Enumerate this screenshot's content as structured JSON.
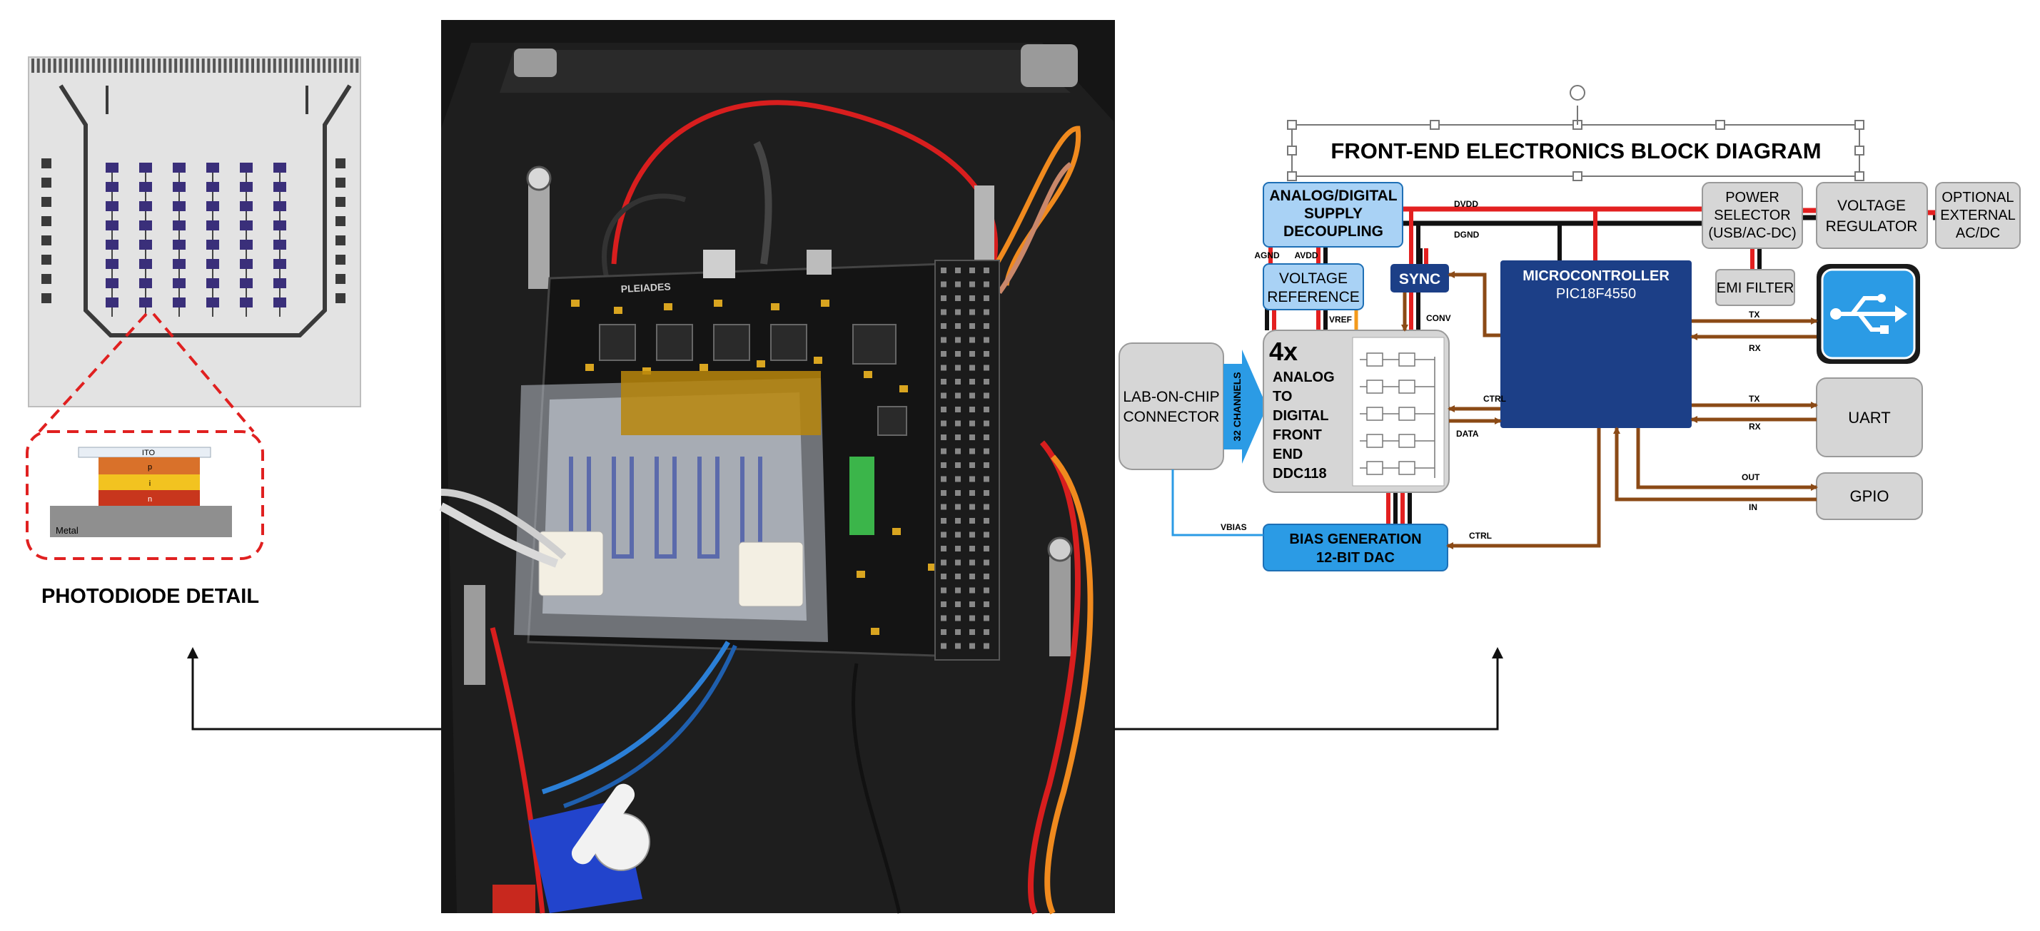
{
  "photodiode": {
    "caption": "PHOTODIODE DETAIL",
    "layers": {
      "ito": "ITO",
      "p": "p",
      "i": "i",
      "n": "n",
      "metal": "Metal"
    }
  },
  "photo": {
    "board_text": "PLEIADES",
    "colors": {
      "enclosure": "#1c1c1c",
      "pcb": "#121212",
      "wire_red": "#d81e1e",
      "wire_orange": "#f08a1e",
      "wire_blue": "#2b7fd6",
      "servo": "#2244cc"
    }
  },
  "diagram": {
    "title": "FRONT-END ELECTRONICS BLOCK DIAGRAM",
    "blocks": {
      "decoupling": [
        "ANALOG/DIGITAL",
        "SUPPLY",
        "DECOUPLING"
      ],
      "voltage_reference": [
        "VOLTAGE",
        "REFERENCE"
      ],
      "sync": "SYNC",
      "microcontroller": [
        "MICROCONTROLLER",
        "PIC18F4550"
      ],
      "power_selector": [
        "POWER",
        "SELECTOR",
        "(USB/AC-DC)"
      ],
      "voltage_regulator": [
        "VOLTAGE",
        "REGULATOR"
      ],
      "optional_external": [
        "OPTIONAL",
        "EXTERNAL",
        "AC/DC"
      ],
      "emi_filter": "EMI FILTER",
      "lab_on_chip": [
        "LAB-ON-CHIP",
        "CONNECTOR"
      ],
      "channels": "32 CHANNELS",
      "adc_count": "4x",
      "adc": [
        "ANALOG",
        "TO",
        "DIGITAL",
        "FRONT",
        "END",
        "DDC118"
      ],
      "uart": "UART",
      "gpio": "GPIO",
      "bias": [
        "BIAS GENERATION",
        "12-BIT DAC"
      ]
    },
    "signals": {
      "dvdd": "DVDD",
      "dgnd": "DGND",
      "agnd": "AGND",
      "avdd": "AVDD",
      "vref": "VREF",
      "conv": "CONV",
      "ctrl": "CTRL",
      "data": "DATA",
      "tx": "TX",
      "rx": "RX",
      "out": "OUT",
      "in": "IN",
      "vbias": "VBIAS"
    },
    "colors": {
      "dark_blue": "#1c3f87",
      "light_blue": "#a9d2f5",
      "mid_blue": "#2b9be5",
      "grey": "#d6d6d6",
      "brown": "#8b4a16",
      "red": "#e32020",
      "orange": "#f39a1c"
    }
  }
}
